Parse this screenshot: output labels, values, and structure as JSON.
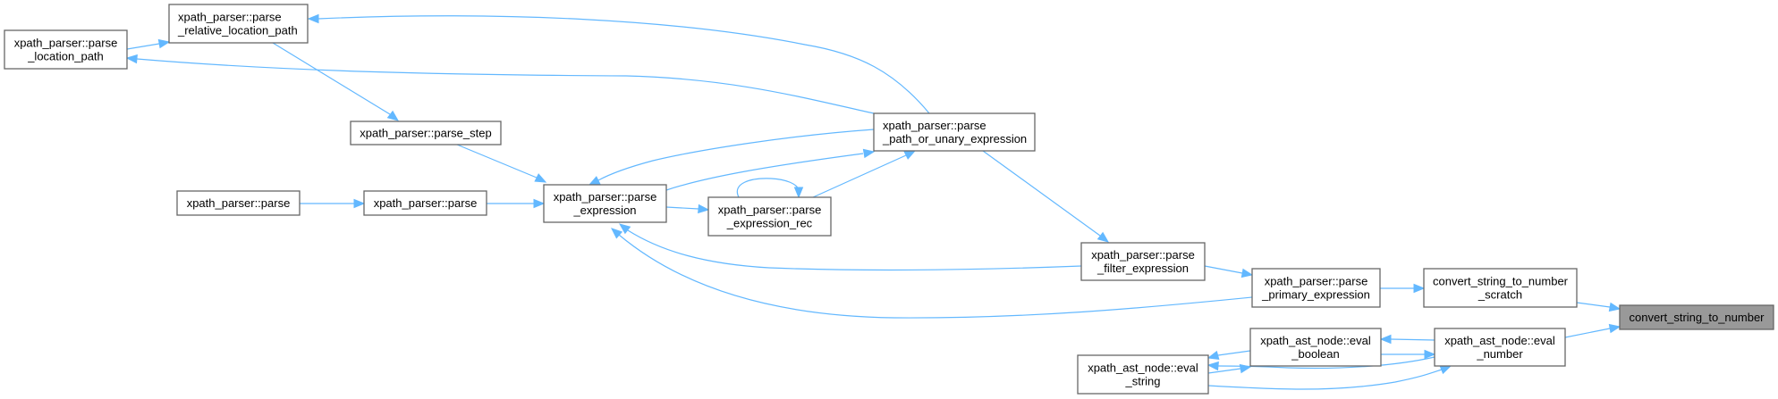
{
  "diagram": {
    "type": "call-graph",
    "colors": {
      "edge": "#63b8ff",
      "node_border": "#666666",
      "node_fill": "#ffffff",
      "current_node_fill": "#999999"
    },
    "nodes": [
      {
        "id": "location_path",
        "lines": [
          "xpath_parser::parse",
          "_location_path"
        ]
      },
      {
        "id": "relative_location_path",
        "lines": [
          "xpath_parser::parse",
          "_relative_location_path"
        ]
      },
      {
        "id": "parse_step",
        "lines": [
          "xpath_parser::parse_step"
        ]
      },
      {
        "id": "parse_a",
        "lines": [
          "xpath_parser::parse"
        ]
      },
      {
        "id": "parse_b",
        "lines": [
          "xpath_parser::parse"
        ]
      },
      {
        "id": "parse_expression",
        "lines": [
          "xpath_parser::parse",
          "_expression"
        ]
      },
      {
        "id": "parse_expression_rec",
        "lines": [
          "xpath_parser::parse",
          "_expression_rec"
        ]
      },
      {
        "id": "path_or_unary",
        "lines": [
          "xpath_parser::parse",
          "_path_or_unary_expression"
        ]
      },
      {
        "id": "filter_expression",
        "lines": [
          "xpath_parser::parse",
          "_filter_expression"
        ]
      },
      {
        "id": "primary_expression",
        "lines": [
          "xpath_parser::parse",
          "_primary_expression"
        ]
      },
      {
        "id": "scratch",
        "lines": [
          "convert_string_to_number",
          "_scratch"
        ]
      },
      {
        "id": "eval_boolean",
        "lines": [
          "xpath_ast_node::eval",
          "_boolean"
        ]
      },
      {
        "id": "eval_number",
        "lines": [
          "xpath_ast_node::eval",
          "_number"
        ]
      },
      {
        "id": "eval_string",
        "lines": [
          "xpath_ast_node::eval",
          "_string"
        ]
      },
      {
        "id": "convert_string_to_number",
        "lines": [
          "convert_string_to_number"
        ],
        "current": true
      }
    ],
    "edges": [
      {
        "from": "location_path",
        "to": "relative_location_path"
      },
      {
        "from": "path_or_unary",
        "to": "relative_location_path"
      },
      {
        "from": "path_or_unary",
        "to": "location_path"
      },
      {
        "from": "relative_location_path",
        "to": "parse_step"
      },
      {
        "from": "parse_step",
        "to": "parse_expression"
      },
      {
        "from": "parse_a",
        "to": "parse_b"
      },
      {
        "from": "parse_b",
        "to": "parse_expression"
      },
      {
        "from": "path_or_unary",
        "to": "parse_expression"
      },
      {
        "from": "parse_expression",
        "to": "path_or_unary"
      },
      {
        "from": "parse_expression",
        "to": "parse_expression_rec"
      },
      {
        "from": "parse_expression_rec",
        "to": "parse_expression_rec"
      },
      {
        "from": "parse_expression_rec",
        "to": "path_or_unary"
      },
      {
        "from": "path_or_unary",
        "to": "filter_expression"
      },
      {
        "from": "filter_expression",
        "to": "parse_expression"
      },
      {
        "from": "primary_expression",
        "to": "parse_expression"
      },
      {
        "from": "filter_expression",
        "to": "primary_expression"
      },
      {
        "from": "primary_expression",
        "to": "scratch"
      },
      {
        "from": "scratch",
        "to": "convert_string_to_number"
      },
      {
        "from": "eval_number",
        "to": "convert_string_to_number"
      },
      {
        "from": "eval_number",
        "to": "eval_boolean"
      },
      {
        "from": "eval_boolean",
        "to": "eval_number"
      },
      {
        "from": "eval_boolean",
        "to": "eval_string"
      },
      {
        "from": "eval_string",
        "to": "eval_boolean"
      },
      {
        "from": "eval_number",
        "to": "eval_string"
      },
      {
        "from": "eval_string",
        "to": "eval_number"
      }
    ]
  }
}
